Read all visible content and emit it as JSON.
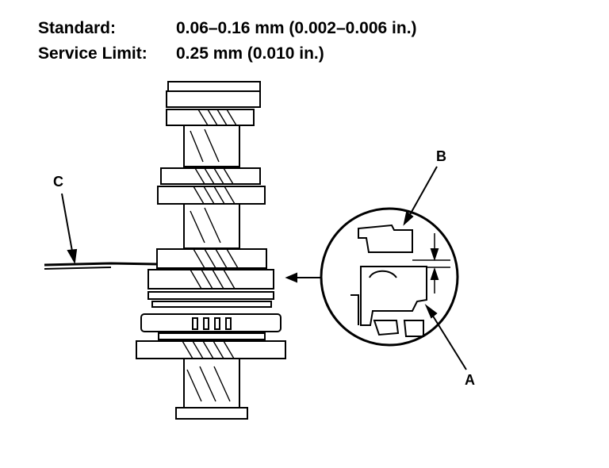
{
  "specs": {
    "standard_label": "Standard:",
    "standard_value": "0.06–0.16 mm (0.002–0.006 in.)",
    "service_limit_label": "Service Limit:",
    "service_limit_value": "0.25 mm (0.010 in.)"
  },
  "callouts": {
    "a": "A",
    "b": "B",
    "c": "C"
  },
  "colors": {
    "ink": "#000000",
    "paper": "#ffffff"
  }
}
